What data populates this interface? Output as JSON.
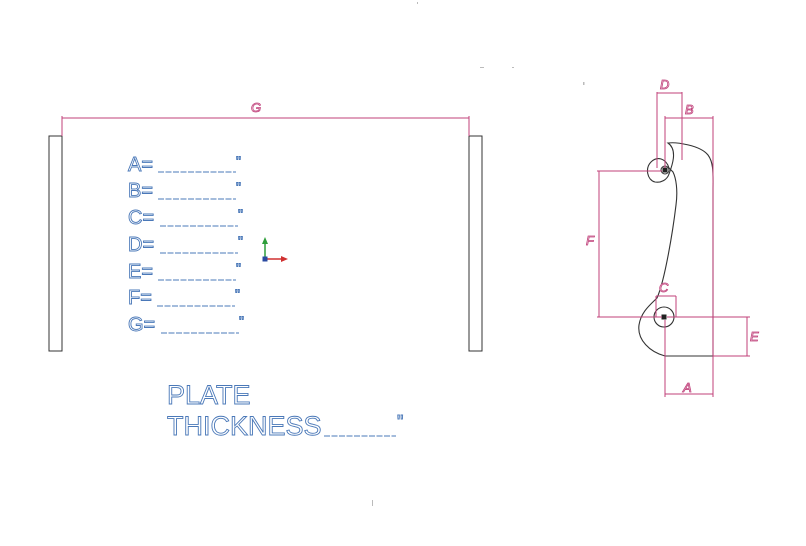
{
  "form": {
    "fields": [
      {
        "label": "A=",
        "unit": "\""
      },
      {
        "label": "B=",
        "unit": "\""
      },
      {
        "label": "C=",
        "unit": "\""
      },
      {
        "label": "D=",
        "unit": "\""
      },
      {
        "label": "E=",
        "unit": "\""
      },
      {
        "label": "F=",
        "unit": "\""
      },
      {
        "label": "G=",
        "unit": "\""
      }
    ],
    "plate_label_line1": "PLATE",
    "plate_label_line2": "THICKNESS",
    "plate_unit": "\""
  },
  "dimensions": {
    "g": "G",
    "a": "A",
    "b": "B",
    "c": "C",
    "d": "D",
    "e": "E",
    "f": "F"
  },
  "colors": {
    "text_outline": "#4a78b8",
    "dimension": "#c0407a",
    "part": "#333333",
    "axis_y": "#2e9e3a",
    "axis_x": "#d03030",
    "axis_origin": "#2a4aa0"
  }
}
